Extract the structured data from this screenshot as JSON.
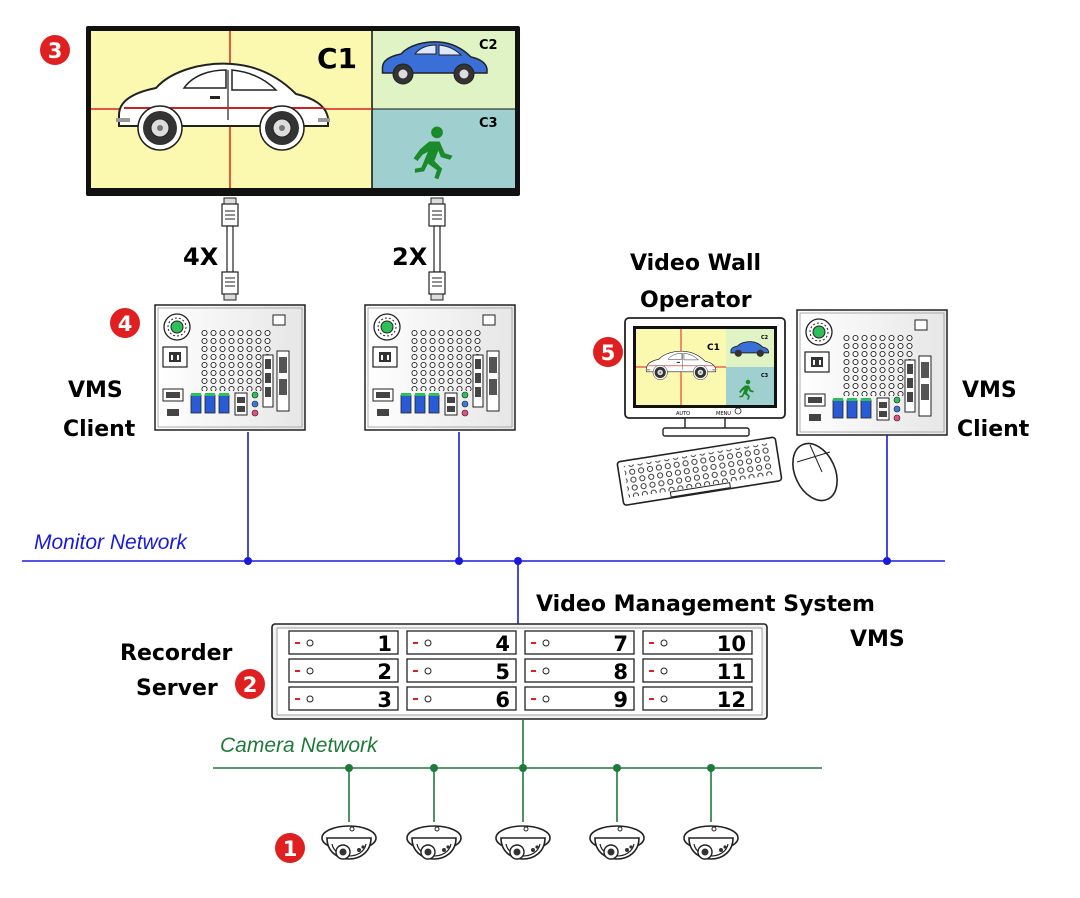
{
  "colors": {
    "monitor_network": "#1a1adc",
    "camera_network": "#1f7a3a",
    "badge": "#e02020",
    "wall_yellow": "#fbf8b0",
    "wall_teal": "#9fcfcf",
    "wall_green": "#dff3c4"
  },
  "badges": [
    "1",
    "2",
    "3",
    "4",
    "5"
  ],
  "video_wall": {
    "tile_labels": [
      "C1",
      "C2",
      "C3"
    ],
    "run_icon": "running-person-icon"
  },
  "cables": [
    {
      "label": "4X",
      "icon": "hdmi-cable-icon"
    },
    {
      "label": "2X",
      "icon": "hdmi-cable-icon"
    }
  ],
  "labels": {
    "vms_client_left": [
      "VMS",
      "Client"
    ],
    "vms_client_right": [
      "VMS",
      "Client"
    ],
    "operator": [
      "Video Wall",
      "Operator"
    ],
    "vms_title": "Video Management System",
    "vms_abbr": "VMS",
    "recorder": [
      "Recorder",
      "Server"
    ]
  },
  "networks": {
    "monitor": "Monitor Network",
    "camera": "Camera Network"
  },
  "operator_monitor": {
    "tile_labels": [
      "C1",
      "C2",
      "C3"
    ],
    "buttons": [
      "AUTO",
      "MENU"
    ]
  },
  "recorder_slots": [
    "1",
    "4",
    "7",
    "10",
    "2",
    "5",
    "8",
    "11",
    "3",
    "6",
    "9",
    "12"
  ],
  "cameras": [
    "dome-camera-icon",
    "dome-camera-icon",
    "dome-camera-icon",
    "dome-camera-icon",
    "dome-camera-icon"
  ]
}
